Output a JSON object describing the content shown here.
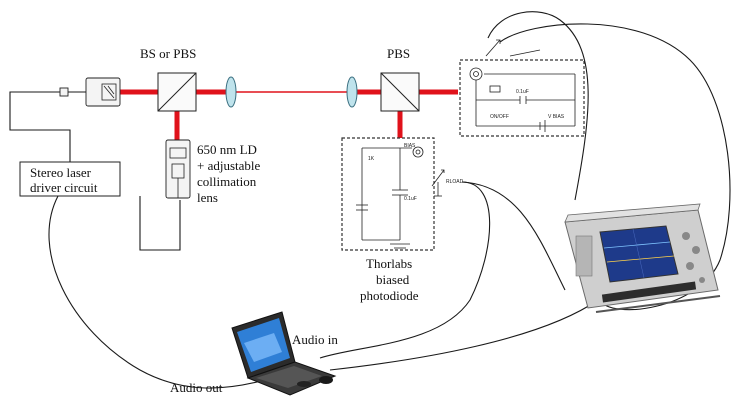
{
  "labels": {
    "bs": "BS or PBS",
    "pbs": "PBS",
    "ld_line1": "650 nm LD",
    "ld_line2": "+ adjustable",
    "ld_line3": "collimation",
    "ld_line4": "lens",
    "driver_line1": "Stereo laser",
    "driver_line2": "driver circuit",
    "photodiode_line1": "Thorlabs",
    "photodiode_line2": "biased",
    "photodiode_line3": "photodiode",
    "audio_in": "Audio in",
    "audio_out": "Audio out"
  },
  "colors": {
    "beam": "#e0121b",
    "lens": "#bfe3ec",
    "wire": "#1a1a1a"
  },
  "icons": {
    "laptop": "laptop-icon",
    "oscilloscope": "oscilloscope-icon"
  }
}
